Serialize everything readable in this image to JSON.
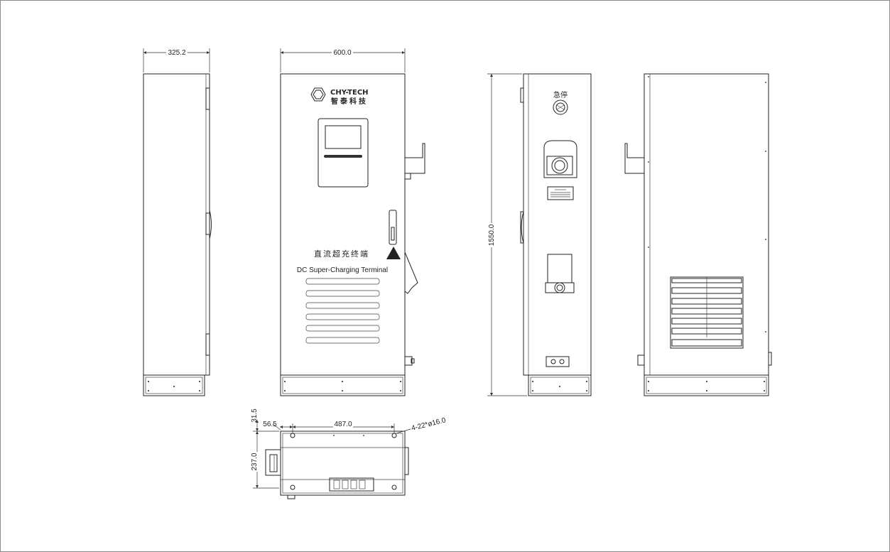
{
  "dimensions": {
    "side_width": "325.2",
    "front_width": "600.0",
    "height": "1550.0",
    "bottom_depth": "237.0",
    "bottom_offset_y": "31.5",
    "bottom_offset_x": "56.5",
    "bottom_span": "487.0",
    "holes": "4-22*ø16.0"
  },
  "front": {
    "logo_en": "CHY-TECH",
    "logo_cn": "智泰科技",
    "title_cn": "直流超充终端",
    "title_en": "DC Super-Charging Terminal"
  },
  "side_right": {
    "estop_label": "急停"
  },
  "colors": {
    "line": "#222222",
    "frame": "#8a8a8a",
    "background": "#ffffff"
  }
}
